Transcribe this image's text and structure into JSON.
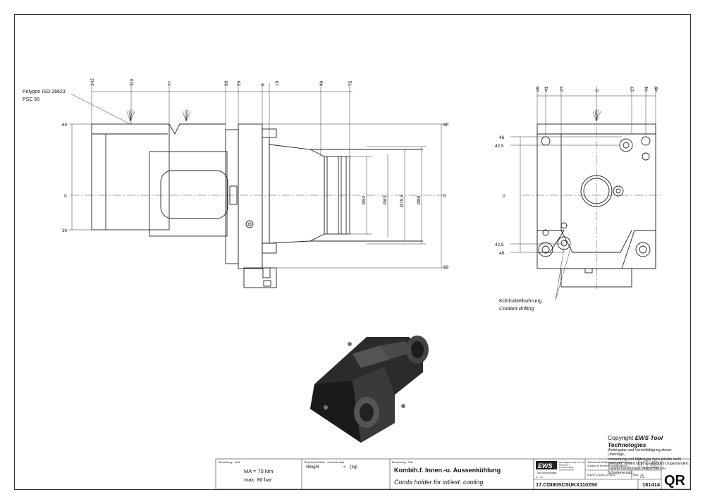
{
  "drawing": {
    "callout_polygon": [
      "Polygon ISO 26623",
      "PSC 50"
    ],
    "side_view": {
      "top_dims": [
        "142",
        "110",
        "77",
        "30",
        "20",
        "0",
        "10",
        "49",
        "75"
      ],
      "left_dims": [
        "60",
        "0",
        "30"
      ],
      "right_dims": [
        "60",
        "0",
        "60"
      ],
      "diameters": [
        "Ø62",
        "Ø63",
        "Ø79,5",
        "Ø80"
      ]
    },
    "front_view": {
      "top_dims": [
        "49",
        "41",
        "27",
        "0",
        "27",
        "41",
        "49"
      ],
      "left_dims_top": [
        "46",
        "42,5"
      ],
      "left_dim_zero": "0",
      "left_dims_bottom": [
        "42,5",
        "46"
      ]
    },
    "callout_coolant": [
      "Kühlmittelbohrung",
      "Coolant drilling"
    ]
  },
  "copyright": {
    "prefix": "Copyright",
    "company": "EWS Tool Technologies",
    "lines": [
      "Weitergabe und Vervielfältigung dieser Unterlage,",
      "Verwertung und Mitteilung ihres Inhalts nicht",
      "gestattet, soweit nicht ausdrücklich zugestanden.",
      "Zuwiderhandlungen verpflichten zu Schadenersatz."
    ]
  },
  "title_block": {
    "remark_header": "Bemerkung - Note",
    "remark_lines": [
      "MA = 70 Nm",
      "max. 80 bar"
    ],
    "techdata_header": "Technische Daten - technical data",
    "weight_label": "Weight",
    "weight_value": "=",
    "weight_unit": "[kg]",
    "name_header": "Benennung - Title",
    "title_de": "Kombih.f. Innen.-u. Aussenkühlung",
    "title_en": "Combi holder for int/ext. cooling",
    "logo_text": "EWS",
    "logo_sub": "Tool Technologies",
    "company_address": [
      "EWS Weigele GmbH & Co. KG",
      "Maybachstr. 1",
      "D-73084 Uhingen",
      "www.ews-tools.de"
    ],
    "changes_note": [
      "Technische Änderungen vorbehalten!",
      "Subject to technical modifications!"
    ],
    "ident": "IDENT: D-EWS-179623",
    "rev": "REV: -/A",
    "no_label": "Nr. - No",
    "article_no": "17.CDI80SC5ÜKX110Z60",
    "pos_label": "PGE",
    "pos_no": "181414",
    "qr_label": "QR"
  }
}
